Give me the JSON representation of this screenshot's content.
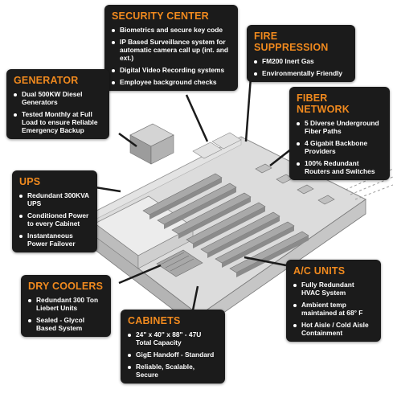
{
  "accent_color": "#f18a1e",
  "callouts": {
    "security_center": {
      "title": "SECURITY CENTER",
      "items": [
        "Biometrics and secure key code",
        "IP Based Surveillance system for automatic camera call up (int. and ext.)",
        "Digital Video Recording systems",
        "Employee background checks"
      ]
    },
    "fire_suppression": {
      "title": "FIRE SUPPRESSION",
      "items": [
        "FM200 Inert Gas",
        "Environmentally Friendly"
      ]
    },
    "generator": {
      "title": "GENERATOR",
      "items": [
        "Dual 500KW Diesel Generators",
        "Tested Monthly at Full Load to ensure Reliable Emergency Backup"
      ]
    },
    "fiber_network": {
      "title": "FIBER NETWORK",
      "items": [
        "5 Diverse Underground Fiber Paths",
        "4 Gigabit Backbone Providers",
        "100% Redundant Routers and Switches"
      ]
    },
    "ups": {
      "title": "UPS",
      "items": [
        "Redundant 300KVA UPS",
        "Conditioned Power to every Cabinet",
        "Instantaneous Power Failover"
      ]
    },
    "ac_units": {
      "title": "A/C UNITS",
      "items": [
        "Fully Redundant HVAC System",
        "Ambient temp maintained at 68° F",
        "Hot Aisle / Cold Aisle Containment"
      ]
    },
    "dry_coolers": {
      "title": "DRY COOLERS",
      "items": [
        "Redundant 300 Ton Liebert Units",
        "Sealed - Glycol Based System"
      ]
    },
    "cabinets": {
      "title": "CABINETS",
      "items": [
        "24\" x 40\" x 88\" - 47U Total Capacity",
        "GigE Handoff - Standard",
        "Reliable, Scalable, Secure"
      ]
    }
  }
}
